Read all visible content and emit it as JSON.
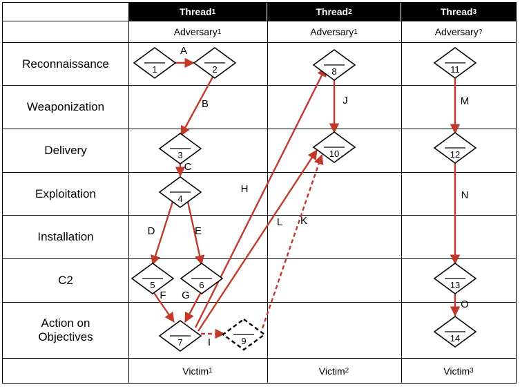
{
  "table": {
    "column_headers": [
      {
        "label": "Thread",
        "sub": "1"
      },
      {
        "label": "Thread",
        "sub": "2"
      },
      {
        "label": "Thread",
        "sub": "3"
      }
    ],
    "actor_row": [
      {
        "label": "Adversary",
        "sub": "1"
      },
      {
        "label": "Adversary",
        "sub": "1"
      },
      {
        "label": "Adversary",
        "sub": "?"
      }
    ],
    "victim_row": [
      {
        "label": "Victim",
        "sub": "1"
      },
      {
        "label": "Victim",
        "sub": "2"
      },
      {
        "label": "Victim",
        "sub": "3"
      }
    ],
    "phase_rows": [
      "Reconnaissance",
      "Weaponization",
      "Delivery",
      "Exploitation",
      "Installation",
      "C2",
      "Action on Objectives"
    ]
  },
  "nodes": [
    {
      "id": "1",
      "label": "1",
      "thread": 1,
      "phase": "Reconnaissance",
      "style": "solid"
    },
    {
      "id": "2",
      "label": "2",
      "thread": 1,
      "phase": "Reconnaissance",
      "style": "solid"
    },
    {
      "id": "3",
      "label": "3",
      "thread": 1,
      "phase": "Delivery",
      "style": "solid"
    },
    {
      "id": "4",
      "label": "4",
      "thread": 1,
      "phase": "Exploitation",
      "style": "solid"
    },
    {
      "id": "5",
      "label": "5",
      "thread": 1,
      "phase": "C2",
      "style": "solid"
    },
    {
      "id": "6",
      "label": "6",
      "thread": 1,
      "phase": "C2",
      "style": "solid"
    },
    {
      "id": "7",
      "label": "7",
      "thread": 1,
      "phase": "Action on Objectives",
      "style": "solid"
    },
    {
      "id": "8",
      "label": "8",
      "thread": 2,
      "phase": "Reconnaissance",
      "style": "solid"
    },
    {
      "id": "10",
      "label": "10",
      "thread": 2,
      "phase": "Delivery",
      "style": "solid"
    },
    {
      "id": "9",
      "label": "9",
      "thread": 2,
      "phase": "Action on Objectives",
      "style": "dashed"
    },
    {
      "id": "11",
      "label": "11",
      "thread": 3,
      "phase": "Reconnaissance",
      "style": "solid"
    },
    {
      "id": "12",
      "label": "12",
      "thread": 3,
      "phase": "Delivery",
      "style": "solid"
    },
    {
      "id": "13",
      "label": "13",
      "thread": 3,
      "phase": "C2",
      "style": "solid"
    },
    {
      "id": "14",
      "label": "14",
      "thread": 3,
      "phase": "Action on Objectives",
      "style": "solid"
    }
  ],
  "edges": [
    {
      "label": "A",
      "from": "1",
      "to": "2",
      "style": "solid"
    },
    {
      "label": "B",
      "from": "2",
      "to": "3",
      "style": "solid"
    },
    {
      "label": "C",
      "from": "3",
      "to": "4",
      "style": "solid"
    },
    {
      "label": "D",
      "from": "4",
      "to": "5",
      "style": "solid"
    },
    {
      "label": "E",
      "from": "4",
      "to": "6",
      "style": "solid"
    },
    {
      "label": "F",
      "from": "5",
      "to": "7",
      "style": "solid"
    },
    {
      "label": "G",
      "from": "6",
      "to": "7",
      "style": "solid"
    },
    {
      "label": "H",
      "from": "7",
      "to": "8",
      "style": "solid"
    },
    {
      "label": "I",
      "from": "7",
      "to": "9",
      "style": "dashed"
    },
    {
      "label": "J",
      "from": "8",
      "to": "10",
      "style": "solid"
    },
    {
      "label": "K",
      "from": "9",
      "to": "10",
      "style": "dashed"
    },
    {
      "label": "L",
      "from": "7",
      "to": "10",
      "style": "solid"
    },
    {
      "label": "M",
      "from": "11",
      "to": "12",
      "style": "solid"
    },
    {
      "label": "N",
      "from": "12",
      "to": "13",
      "style": "solid"
    },
    {
      "label": "O",
      "from": "13",
      "to": "14",
      "style": "solid"
    }
  ],
  "colors": {
    "edge": "#c0392b",
    "node_stroke": "#000000",
    "header_bg": "#000000",
    "header_text": "#ffffff",
    "dashed_node_stroke": "#000000"
  }
}
